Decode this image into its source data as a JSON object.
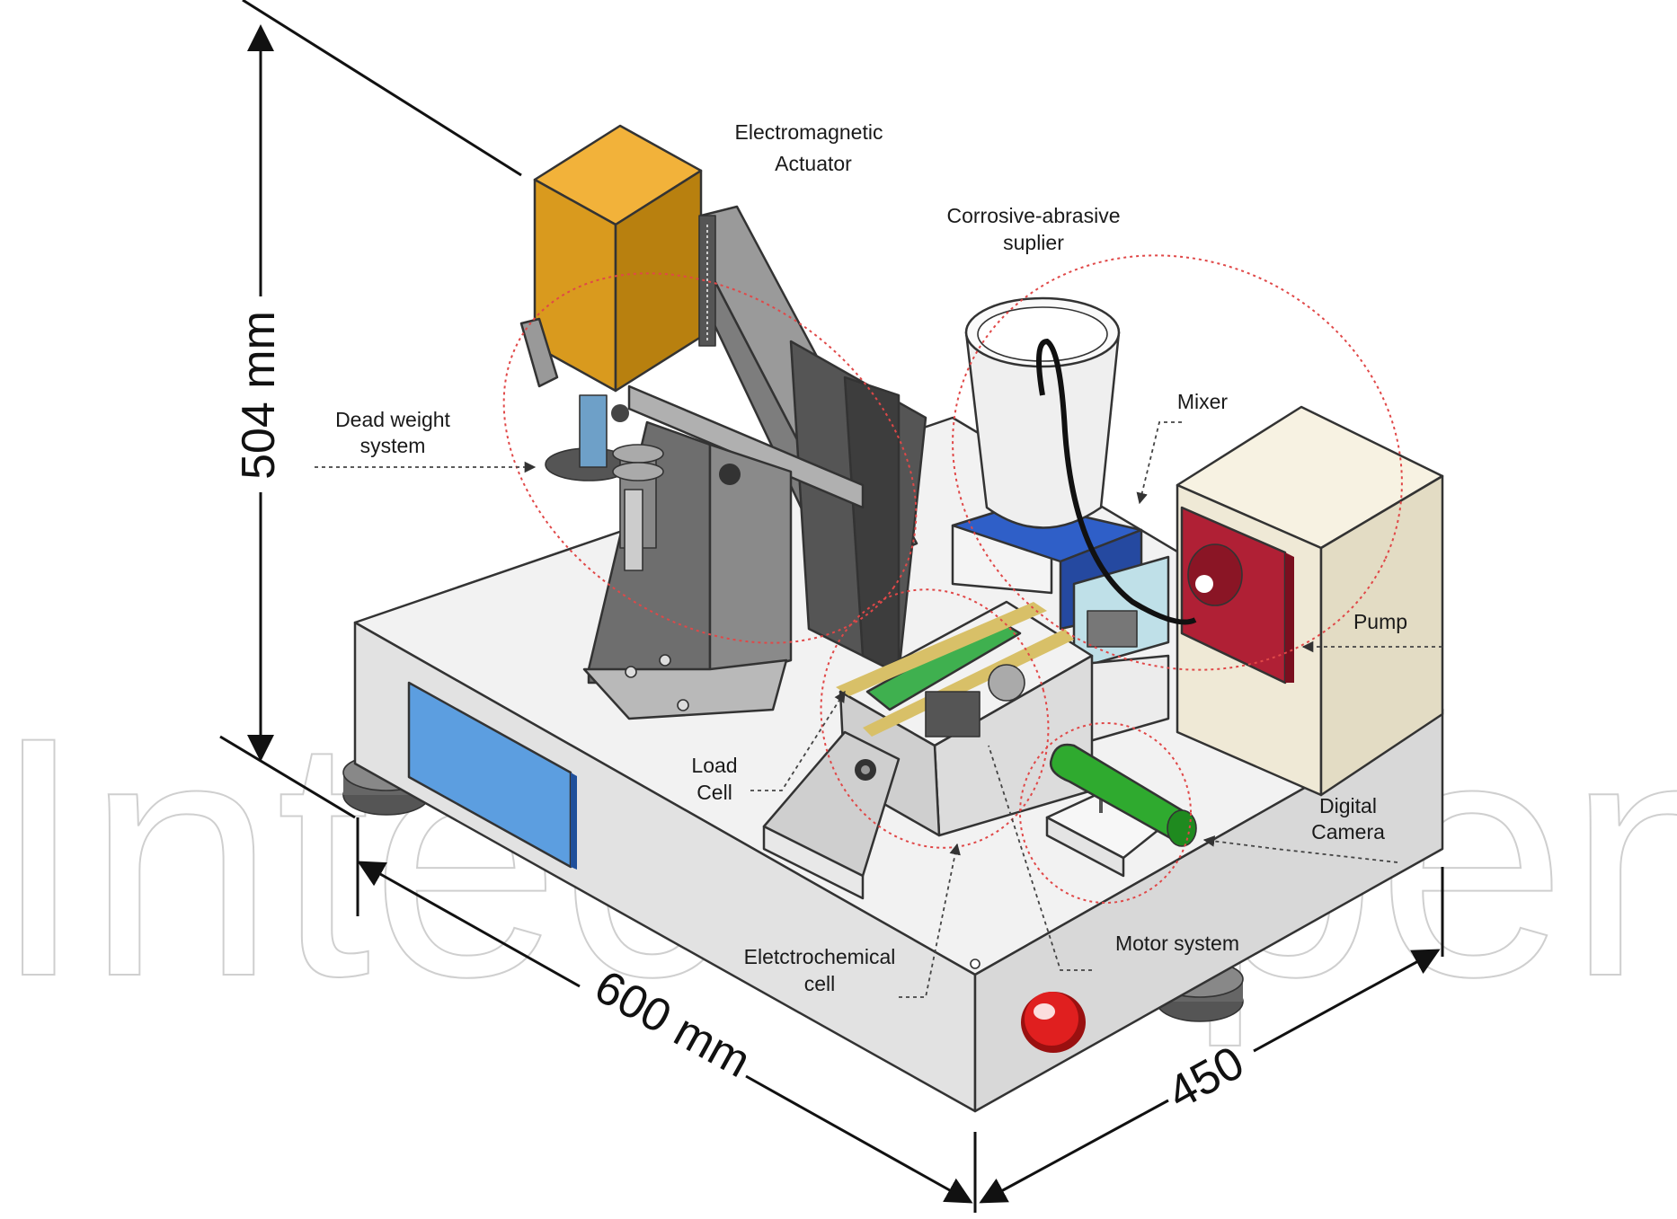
{
  "labels": {
    "electromagnetic_actuator": [
      "Electromagnetic",
      "Actuator"
    ],
    "corrosive_abrasive": [
      "Corrosive-abrasive",
      "suplier"
    ],
    "mixer": "Mixer",
    "dead_weight": [
      "Dead weight",
      "system"
    ],
    "pump": "Pump",
    "load_cell": [
      "Load",
      "Cell"
    ],
    "digital_camera": [
      "Digital",
      "Camera"
    ],
    "electrochemical_cell": [
      "Eletctrochemical",
      "cell"
    ],
    "motor_system": "Motor system"
  },
  "dimensions": {
    "height": "504 mm",
    "length": "600 mm",
    "width": "450"
  },
  "watermark": "IntechOpen",
  "colors": {
    "actuator": "#d99a1e",
    "frame": "#6b6b6b",
    "base": "#ebebeb",
    "screen": "#5c9ee0",
    "pump_box": "#efe9d6",
    "pump_face": "#b02035",
    "mixer_block": "#2f5fc8",
    "motor": "#2faa2f",
    "emergency_button": "#e01f1f",
    "highlight_ring": "#e04848"
  }
}
